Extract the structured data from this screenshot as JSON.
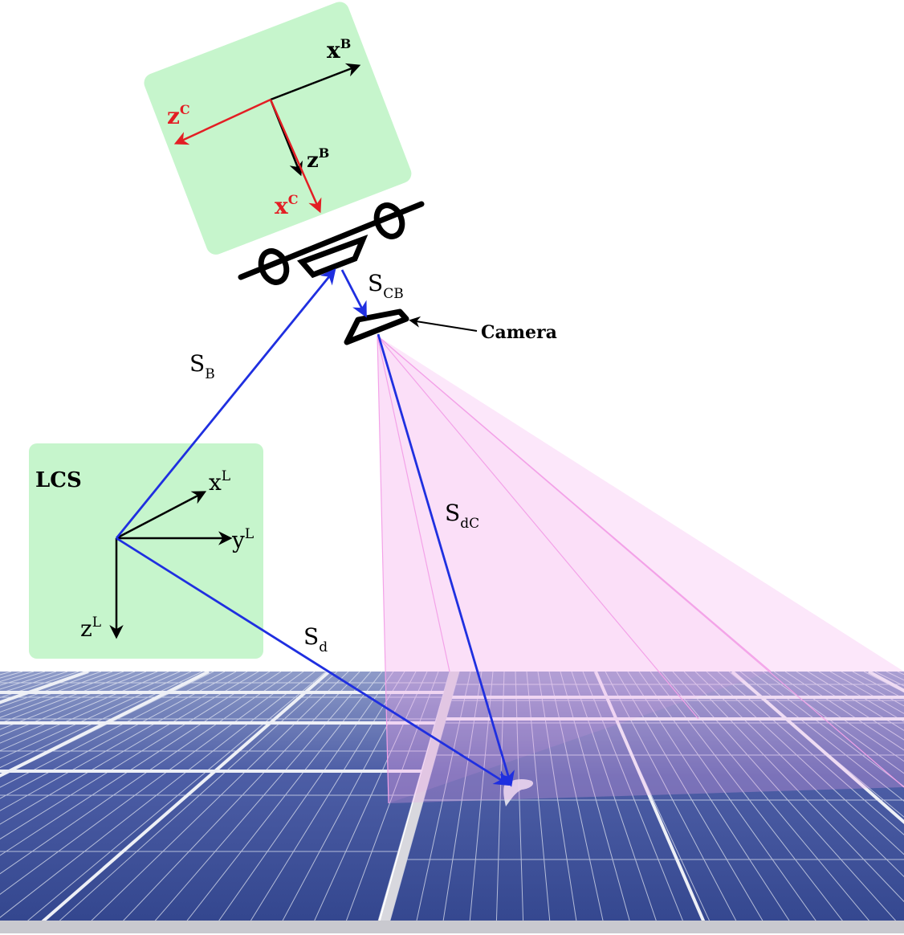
{
  "body_frame": {
    "x_axis": {
      "letter": "x",
      "sup": "B"
    },
    "z_axis": {
      "letter": "z",
      "sup": "B"
    }
  },
  "camera_frame": {
    "z_axis": {
      "letter": "z",
      "sup": "C"
    },
    "x_axis": {
      "letter": "x",
      "sup": "C"
    },
    "color": "#e31e24"
  },
  "local_frame": {
    "title": "LCS",
    "x_axis": {
      "letter": "x",
      "sup": "L"
    },
    "y_axis": {
      "letter": "y",
      "sup": "L"
    },
    "z_axis": {
      "letter": "z",
      "sup": "L"
    }
  },
  "vectors": {
    "s_b": {
      "letter": "S",
      "sub": "B"
    },
    "s_cb": {
      "letter": "S",
      "sub": "CB"
    },
    "s_dc": {
      "letter": "S",
      "sub": "dC"
    },
    "s_d": {
      "letter": "S",
      "sub": "d"
    }
  },
  "camera_label": "Camera",
  "colors": {
    "frame_box": "#c6f5cc",
    "vector": "#1f2fe0",
    "fov": "#f6a8ee",
    "panel_cell": "#3d4f9a",
    "panel_frame": "#e6e6ee"
  }
}
